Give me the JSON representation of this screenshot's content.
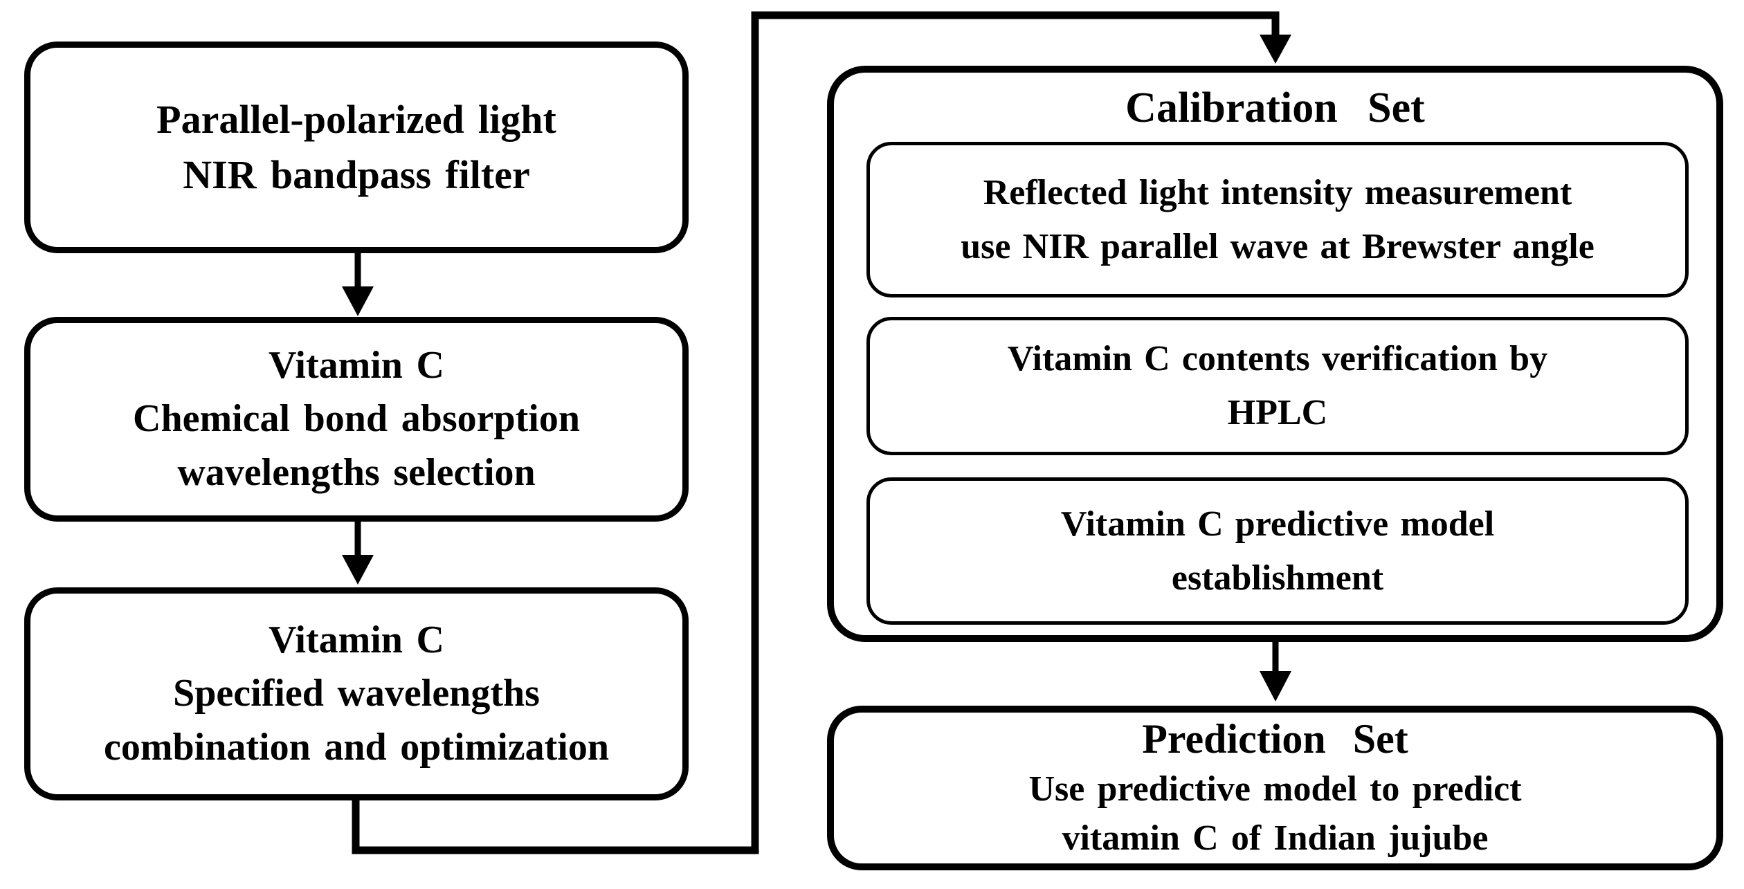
{
  "colors": {
    "ink": "#000000",
    "background": "#ffffff",
    "box_fill": "#ffffff"
  },
  "flowchart": {
    "left_column": [
      {
        "lines": [
          "Parallel-polarized light",
          "NIR bandpass filter"
        ]
      },
      {
        "lines": [
          "Vitamin C",
          "Chemical bond absorption",
          "wavelengths selection"
        ]
      },
      {
        "lines": [
          "Vitamin C",
          "Specified wavelengths",
          "combination and optimization"
        ]
      }
    ],
    "calibration_set": {
      "title": "Calibration Set",
      "steps": [
        {
          "lines": [
            "Reflected light intensity measurement",
            "use NIR parallel wave at Brewster angle"
          ]
        },
        {
          "lines": [
            "Vitamin C contents verification by",
            "HPLC"
          ]
        },
        {
          "lines": [
            "Vitamin C predictive model",
            "establishment"
          ]
        }
      ]
    },
    "prediction_set": {
      "title": "Prediction Set",
      "lines": [
        "Use predictive model to predict",
        "vitamin C of Indian jujube"
      ]
    }
  }
}
